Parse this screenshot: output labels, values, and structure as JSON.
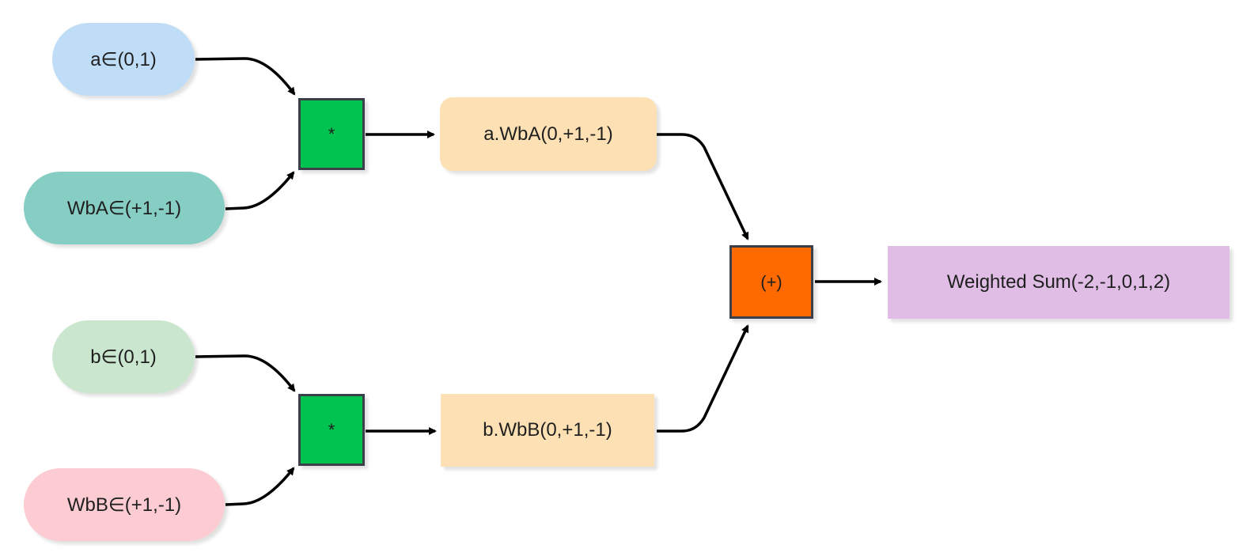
{
  "nodes": {
    "input_a": "a∈(0,1)",
    "weight_a": "WbA∈(+1,-1)",
    "input_b": "b∈(0,1)",
    "weight_b": "WbB∈(+1,-1)",
    "mult_a": "*",
    "mult_b": "*",
    "product_a": "a.WbA(0,+1,-1)",
    "product_b": "b.WbB(0,+1,-1)",
    "sum_op": "(+)",
    "output": "Weighted Sum(-2,-1,0,1,2)"
  },
  "colors": {
    "input_a": "#bfddf7",
    "weight_a": "#86cdc4",
    "input_b": "#cbe6cf",
    "weight_b": "#fdccd3",
    "multiply_box": "#00c44f",
    "product_box": "#fde1b4",
    "sum_box": "#ff6a00",
    "output_box": "#e0bde5",
    "arrow": "#000000",
    "op_border": "#3a3f4a"
  }
}
